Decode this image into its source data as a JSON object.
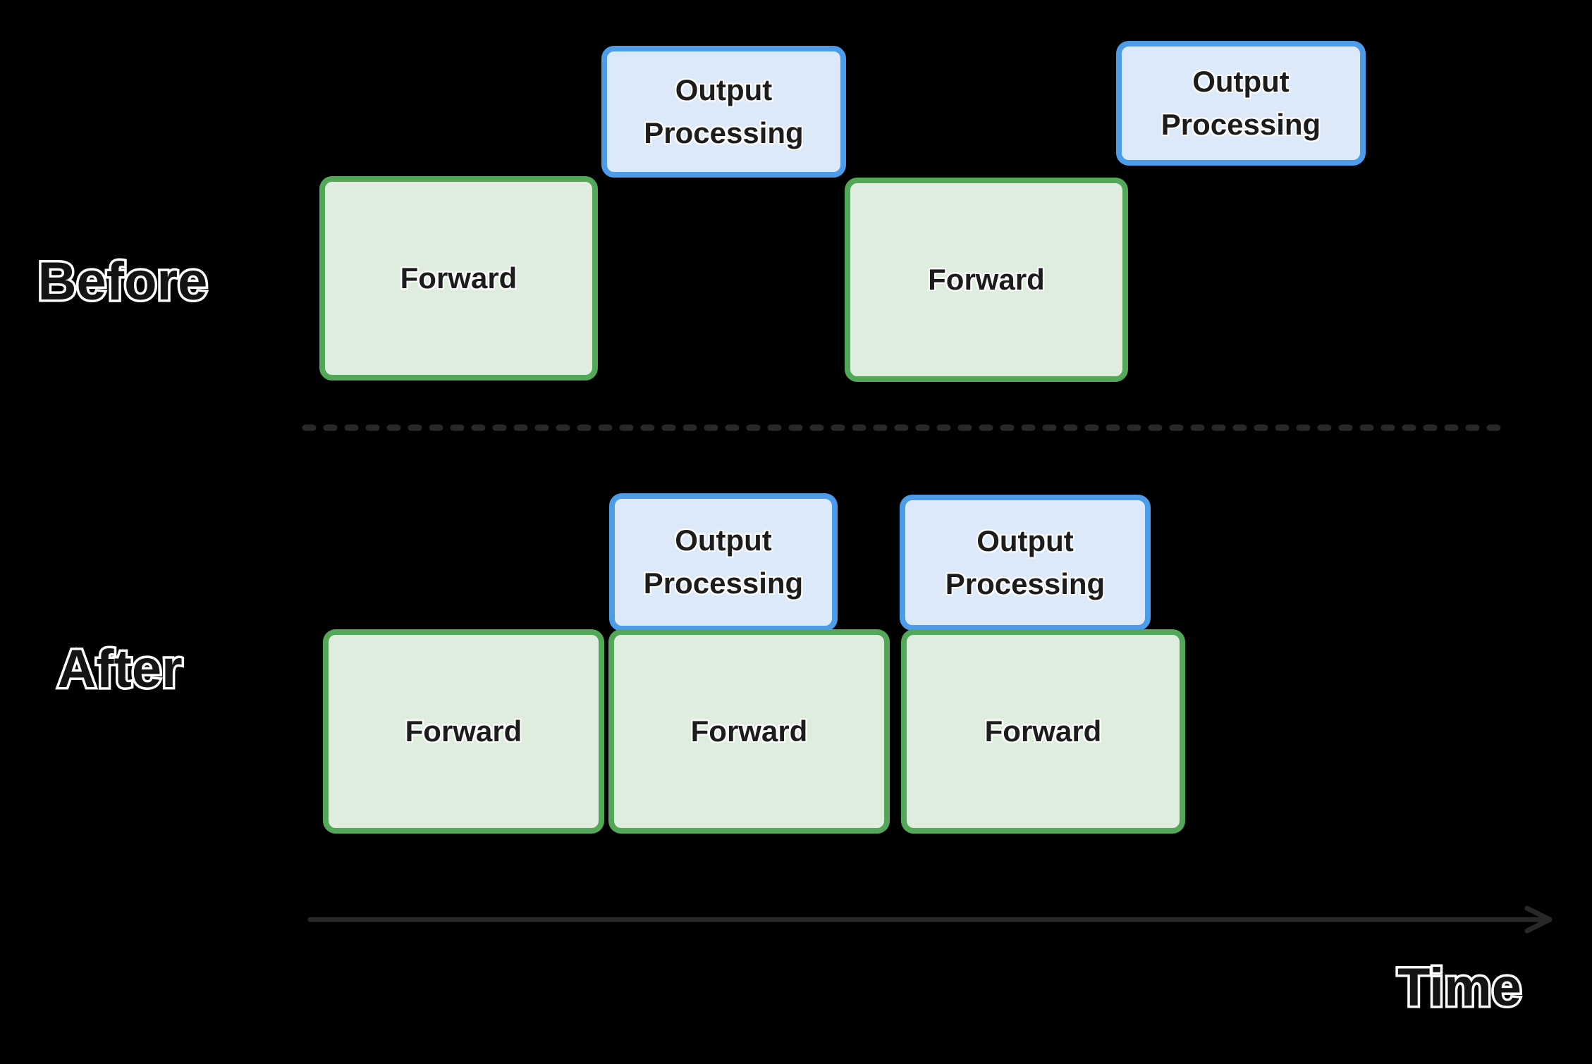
{
  "colors": {
    "background": "#000000",
    "green_border": "#53A758",
    "green_fill": "#DEEDDE",
    "blue_border": "#4D9CE9",
    "blue_fill": "#DCE9F9",
    "box_text": "#1C1C1C",
    "label_text": "#141414",
    "label_outline": "#FFFFFF",
    "line": "#282828"
  },
  "before_section": {
    "label": "Before",
    "boxes": [
      {
        "type": "forward",
        "label": "Forward"
      },
      {
        "type": "output",
        "label": "Output Processing"
      },
      {
        "type": "forward",
        "label": "Forward"
      },
      {
        "type": "output",
        "label": "Output Processing"
      }
    ]
  },
  "after_section": {
    "label": "After",
    "boxes": [
      {
        "type": "output",
        "label": "Output Processing"
      },
      {
        "type": "output",
        "label": "Output Processing"
      },
      {
        "type": "forward",
        "label": "Forward"
      },
      {
        "type": "forward",
        "label": "Forward"
      },
      {
        "type": "forward",
        "label": "Forward"
      }
    ]
  },
  "time_axis": {
    "label": "Time"
  }
}
